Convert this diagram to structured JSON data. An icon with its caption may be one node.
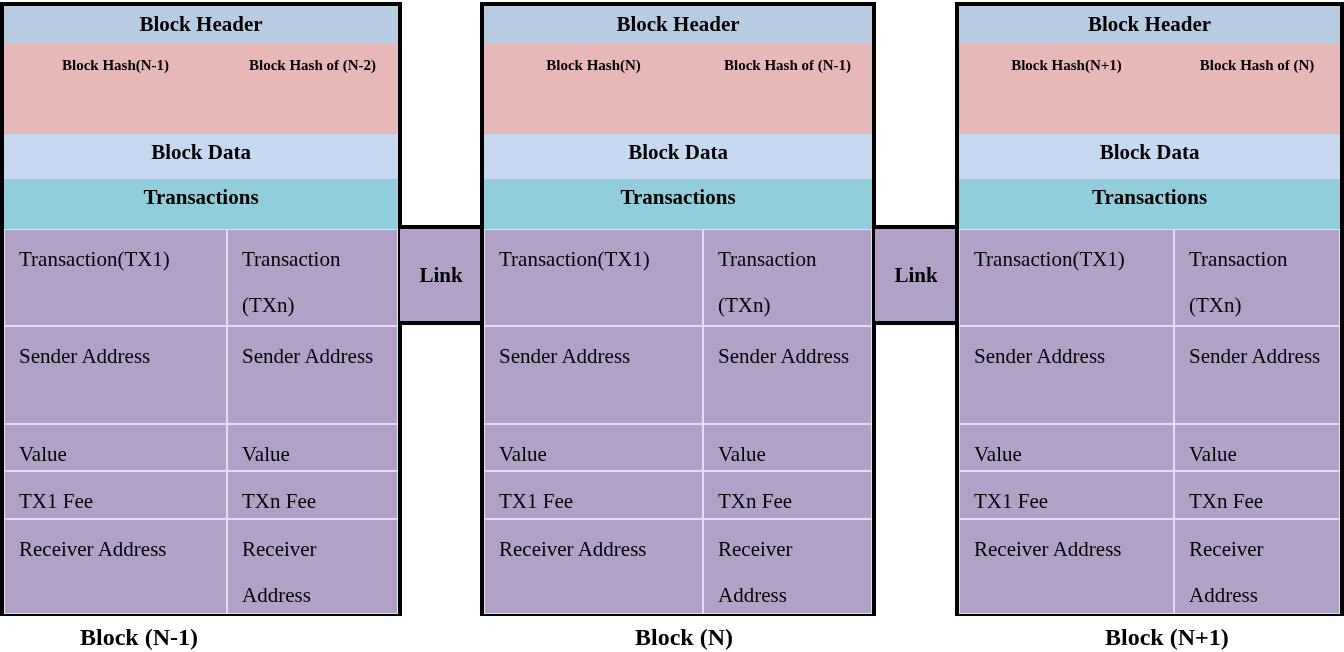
{
  "diagram": {
    "nodes": [
      {
        "text": [
          "Block (N-1)"
        ]
      },
      {
        "text": [
          "Block Header"
        ],
        "in": 0
      },
      {
        "text": [
          "Block Hash(N-1)"
        ],
        "in": 0
      },
      {
        "text": [
          "Block Hash of (N-2)"
        ],
        "in": 0
      },
      {
        "text": [
          "Block Data"
        ],
        "in": 0
      },
      {
        "text": [
          "Transactions"
        ],
        "in": 0
      },
      {
        "text": [
          "Transaction(TX1)"
        ],
        "in": 0
      },
      {
        "text": [
          "Transaction (TXn)"
        ],
        "in": 0
      },
      {
        "text": [
          "Sender Address"
        ],
        "in": 0
      },
      {
        "text": [
          "Sender Address"
        ],
        "in": 0
      },
      {
        "text": [
          "Value"
        ],
        "in": 0
      },
      {
        "text": [
          "Value"
        ],
        "in": 0
      },
      {
        "text": [
          "TX1 Fee"
        ],
        "in": 0
      },
      {
        "text": [
          "TXn Fee"
        ],
        "in": 0
      },
      {
        "text": [
          "Receiver Address"
        ],
        "in": 0
      },
      {
        "text": [
          "Receiver Address"
        ],
        "in": 0
      },
      {
        "text": [
          "Link"
        ]
      },
      {
        "text": [
          "Block (N)"
        ]
      },
      {
        "text": [
          "Block Header"
        ],
        "in": 17
      },
      {
        "text": [
          "Block Hash(N)"
        ],
        "in": 17
      },
      {
        "text": [
          "Block Hash of (N-1)"
        ],
        "in": 17
      },
      {
        "text": [
          "Block Data"
        ],
        "in": 17
      },
      {
        "text": [
          "Transactions"
        ],
        "in": 17
      },
      {
        "text": [
          "Transaction(TX1)"
        ],
        "in": 17
      },
      {
        "text": [
          "Transaction (TXn)"
        ],
        "in": 17
      },
      {
        "text": [
          "Sender Address"
        ],
        "in": 17
      },
      {
        "text": [
          "Sender Address"
        ],
        "in": 17
      },
      {
        "text": [
          "Value"
        ],
        "in": 17
      },
      {
        "text": [
          "Value"
        ],
        "in": 17
      },
      {
        "text": [
          "TX1 Fee"
        ],
        "in": 17
      },
      {
        "text": [
          "TXn Fee"
        ],
        "in": 17
      },
      {
        "text": [
          "Receiver Address"
        ],
        "in": 17
      },
      {
        "text": [
          "Receiver Address"
        ],
        "in": 17
      },
      {
        "text": [
          "Link"
        ]
      },
      {
        "text": [
          "Block (N+1)"
        ]
      },
      {
        "text": [
          "Block Header"
        ],
        "in": 34
      },
      {
        "text": [
          "Block Hash(N+1)"
        ],
        "in": 34
      },
      {
        "text": [
          "Block Hash of (N)"
        ],
        "in": 34
      },
      {
        "text": [
          "Block Data"
        ],
        "in": 34
      },
      {
        "text": [
          "Transactions"
        ],
        "in": 34
      },
      {
        "text": [
          "Transaction(TX1)"
        ],
        "in": 34
      },
      {
        "text": [
          "Transaction (TXn)"
        ],
        "in": 34
      },
      {
        "text": [
          "Sender Address"
        ],
        "in": 34
      },
      {
        "text": [
          "Sender Address"
        ],
        "in": 34
      },
      {
        "text": [
          "Value"
        ],
        "in": 34
      },
      {
        "text": [
          "Value"
        ],
        "in": 34
      },
      {
        "text": [
          "TX1 Fee"
        ],
        "in": 34
      },
      {
        "text": [
          "TXn Fee"
        ],
        "in": 34
      },
      {
        "text": [
          "Receiver Address"
        ],
        "in": 34
      },
      {
        "text": [
          "Receiver Address"
        ],
        "in": 34
      }
    ]
  }
}
